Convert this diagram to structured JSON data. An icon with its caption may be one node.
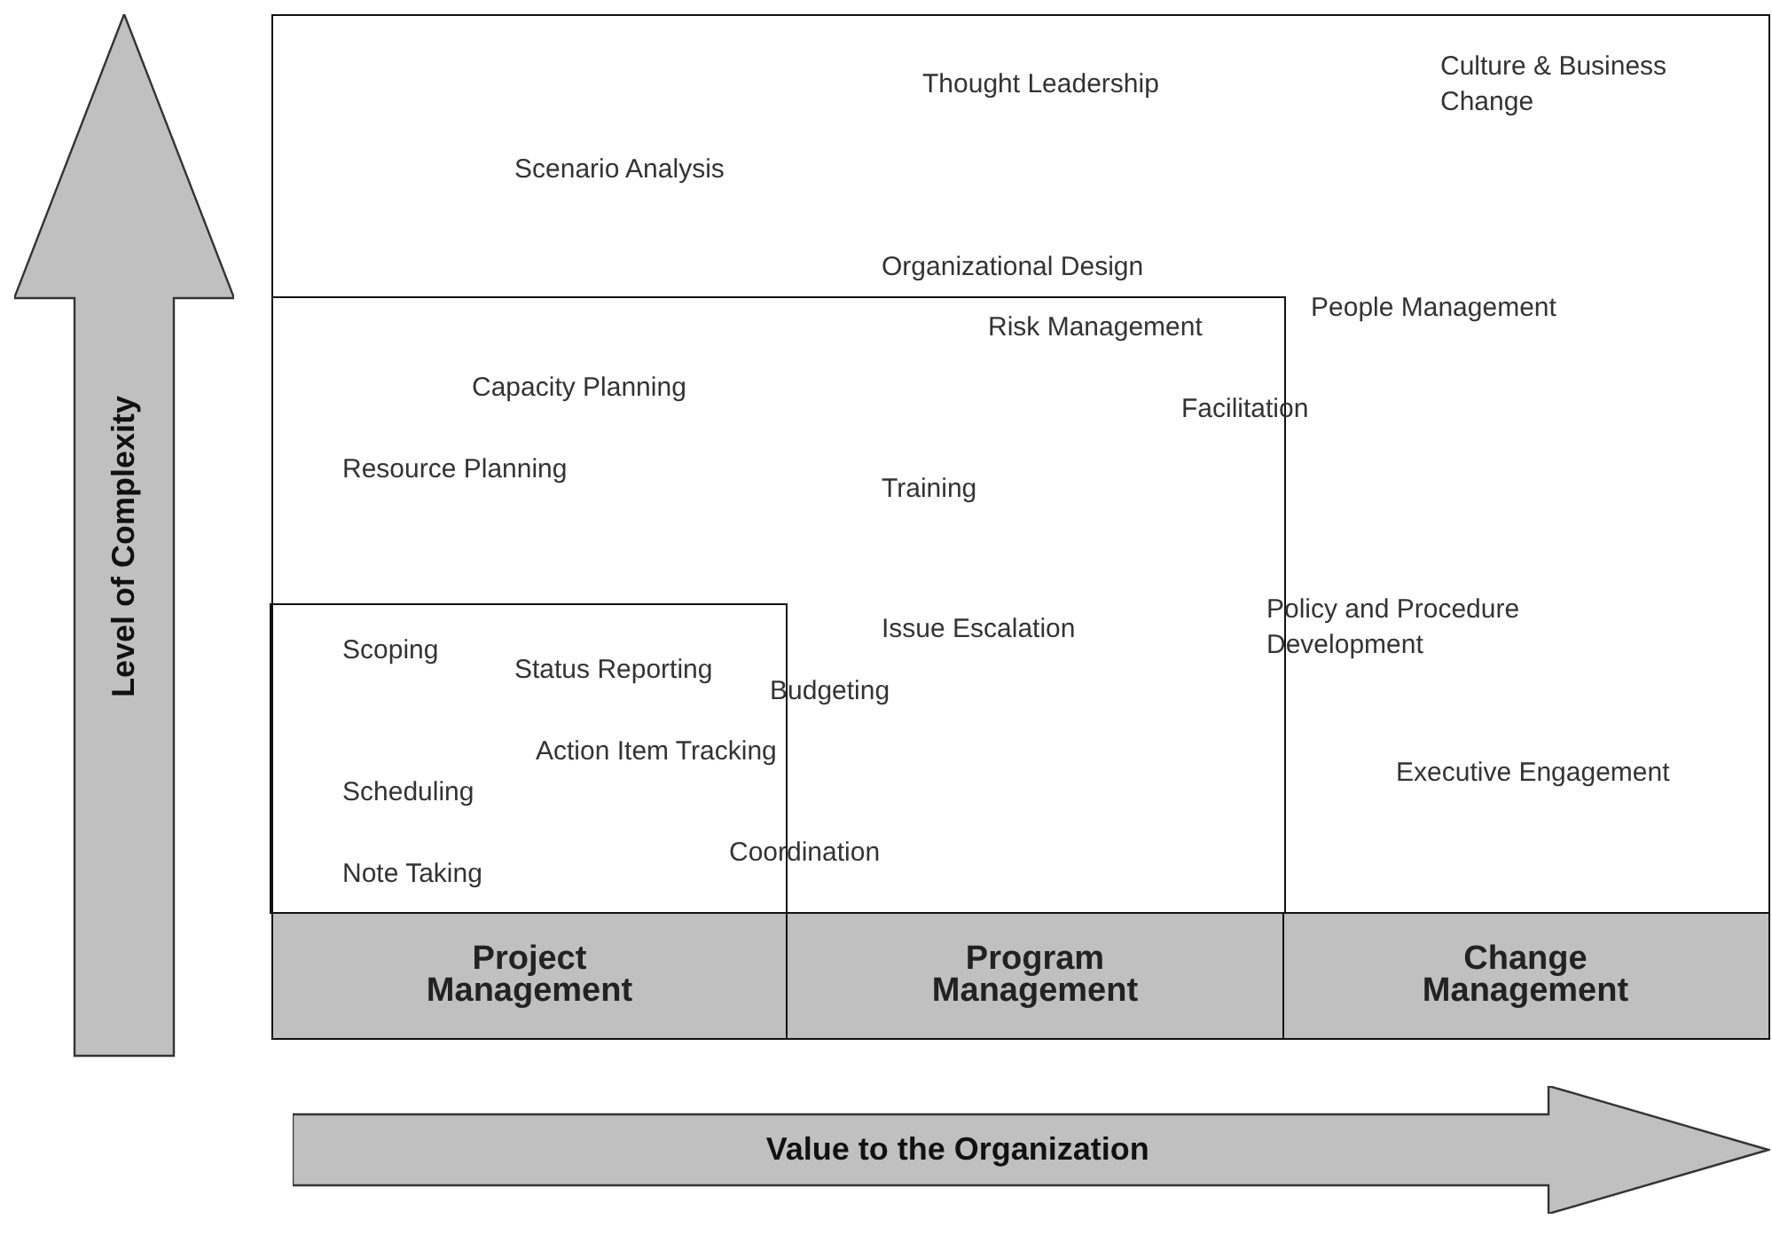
{
  "diagram": {
    "nodes": [
      {
        "text": [],
        "shape": "box"
      },
      {
        "text": [],
        "shape": "box",
        "in": 0
      },
      {
        "text": [],
        "shape": "box",
        "in": 1
      },
      {
        "text": [
          "Project Management"
        ],
        "in": 0
      },
      {
        "text": [
          "Program Management"
        ],
        "in": 0
      },
      {
        "text": [
          "Change Management"
        ],
        "in": 0
      },
      {
        "text": [
          "Level of Complexity"
        ]
      },
      {
        "text": [
          "Value to the Organization"
        ]
      }
    ],
    "edges": [],
    "labels": [
      "Thought Leadership",
      "Culture & Business Change",
      "Scenario Analysis",
      "Organizational Design",
      "People Management",
      "Risk Management",
      "Capacity Planning",
      "Facilitation",
      "Resource Planning",
      "Training",
      "Policy and Procedure Development",
      "Issue Escalation",
      "Scoping",
      "Status Reporting",
      "Budgeting",
      "Action Item Tracking",
      "Executive Engagement",
      "Scheduling",
      "Coordination",
      "Note Taking"
    ]
  }
}
